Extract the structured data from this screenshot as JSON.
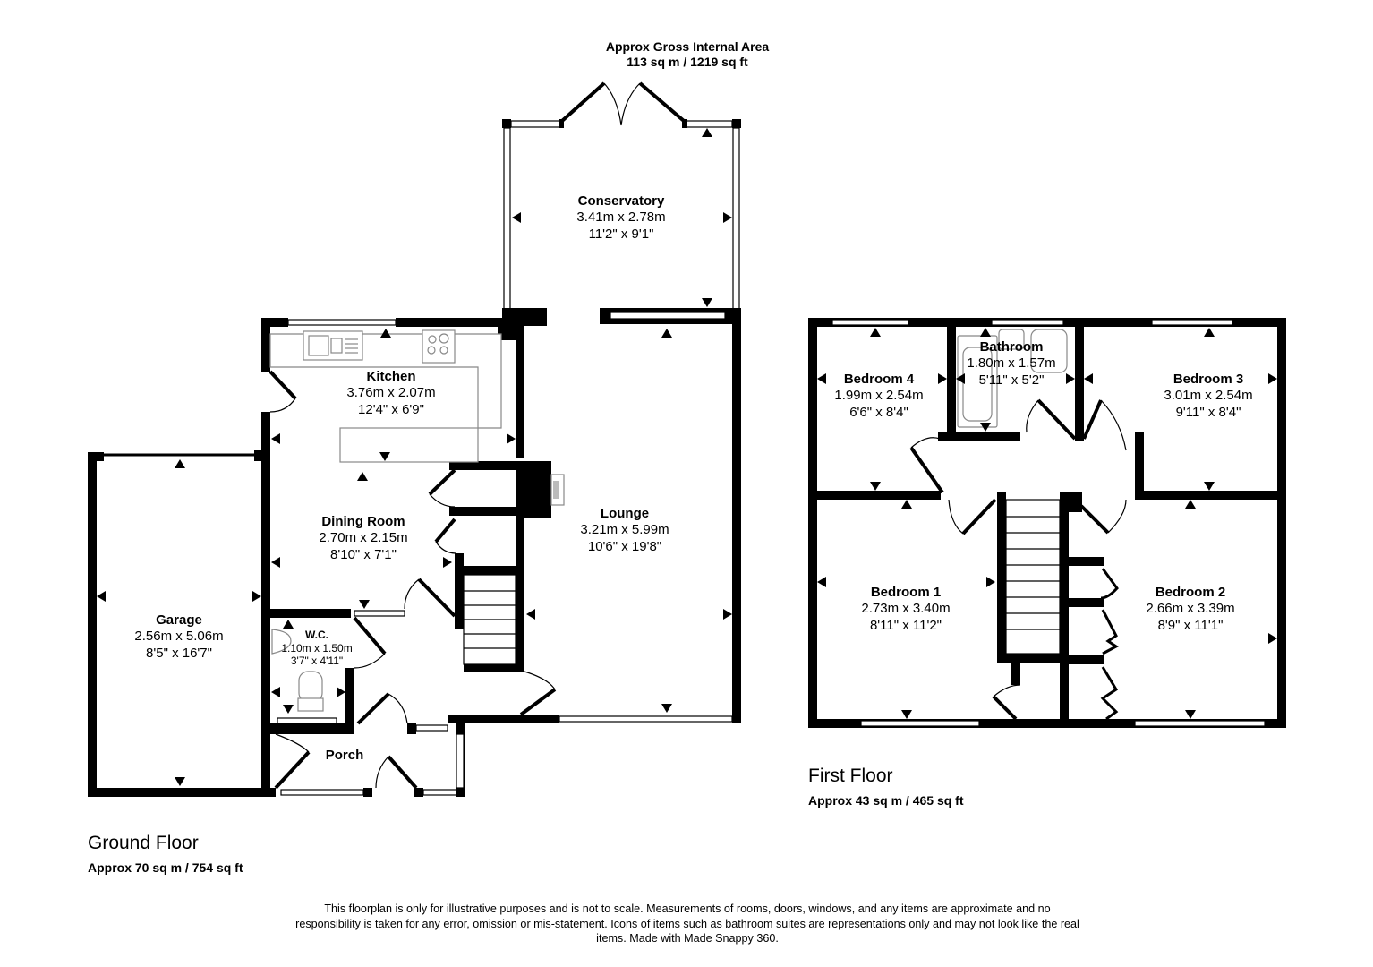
{
  "header": {
    "title": "Approx Gross Internal Area",
    "area": "113 sq m / 1219 sq ft"
  },
  "ground_floor": {
    "label": "Ground Floor",
    "area": "Approx 70 sq m / 754 sq ft",
    "rooms": [
      {
        "name": "Conservatory",
        "metric": "3.41m x 2.78m",
        "imperial": "11'2\" x 9'1\""
      },
      {
        "name": "Kitchen",
        "metric": "3.76m x 2.07m",
        "imperial": "12'4\" x 6'9\""
      },
      {
        "name": "Dining Room",
        "metric": "2.70m x 2.15m",
        "imperial": "8'10\" x 7'1\""
      },
      {
        "name": "Lounge",
        "metric": "3.21m x 5.99m",
        "imperial": "10'6\" x 19'8\""
      },
      {
        "name": "Garage",
        "metric": "2.56m x 5.06m",
        "imperial": "8'5\" x 16'7\""
      },
      {
        "name": "W.C.",
        "metric": "1.10m x 1.50m",
        "imperial": "3'7\" x 4'11\""
      },
      {
        "name": "Porch"
      }
    ]
  },
  "first_floor": {
    "label": "First Floor",
    "area": "Approx 43 sq m / 465 sq ft",
    "rooms": [
      {
        "name": "Bedroom 4",
        "metric": "1.99m x 2.54m",
        "imperial": "6'6\" x 8'4\""
      },
      {
        "name": "Bathroom",
        "metric": "1.80m x 1.57m",
        "imperial": "5'11\" x 5'2\""
      },
      {
        "name": "Bedroom 3",
        "metric": "3.01m x 2.54m",
        "imperial": "9'11\" x 8'4\""
      },
      {
        "name": "Bedroom 1",
        "metric": "2.73m x 3.40m",
        "imperial": "8'11\" x 11'2\""
      },
      {
        "name": "Bedroom 2",
        "metric": "2.66m x 3.39m",
        "imperial": "8'9\" x 11'1\""
      }
    ]
  },
  "disclaimer": "This floorplan is only for illustrative purposes and is not to scale. Measurements of rooms, doors, windows, and any items are approximate and no responsibility is taken for any error, omission or mis-statement. Icons of items such as bathroom suites are representations only and may not look like the real items. Made with Made Snappy 360."
}
